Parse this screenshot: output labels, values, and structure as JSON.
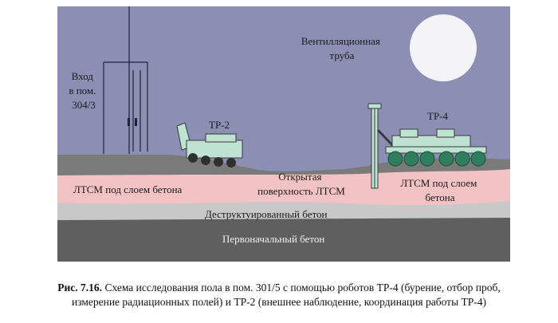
{
  "labels": {
    "entrance": [
      "Вход",
      "в пом.",
      "304/3"
    ],
    "vent_pipe": [
      "Вентилляционная",
      "труба"
    ],
    "robot_tp2": "ТР-2",
    "robot_tp4": "ТР-4",
    "ltsm_left": "ЛТСМ под слоем бетона",
    "open_surface": [
      "Открытая",
      "поверхность ЛТСМ"
    ],
    "ltsm_right": [
      "ЛТСМ под слоем",
      "бетона"
    ],
    "destructed": "Деструктуированный бетон",
    "original": "Первоначальный бетон"
  },
  "caption": {
    "number": "Рис. 7.16.",
    "line1": "Схема исследования пола в пом. 301/5 с помощью роботов ТР-4 (бурение, отбор проб,",
    "line2": "измерение радиационных полей) и ТР-2 (внешнее наблюдение, координация работы ТР-4)"
  },
  "colors": {
    "sky": "#8c8fb4",
    "concrete_top": "#7a7a7a",
    "ltsm": "#f2c2c4",
    "destructed": "#c8c8c8",
    "original": "#5f5f5f",
    "robot_body": "#bfe3d2",
    "wheel": "#2f7f5e",
    "moon": "#f4f4f8"
  }
}
